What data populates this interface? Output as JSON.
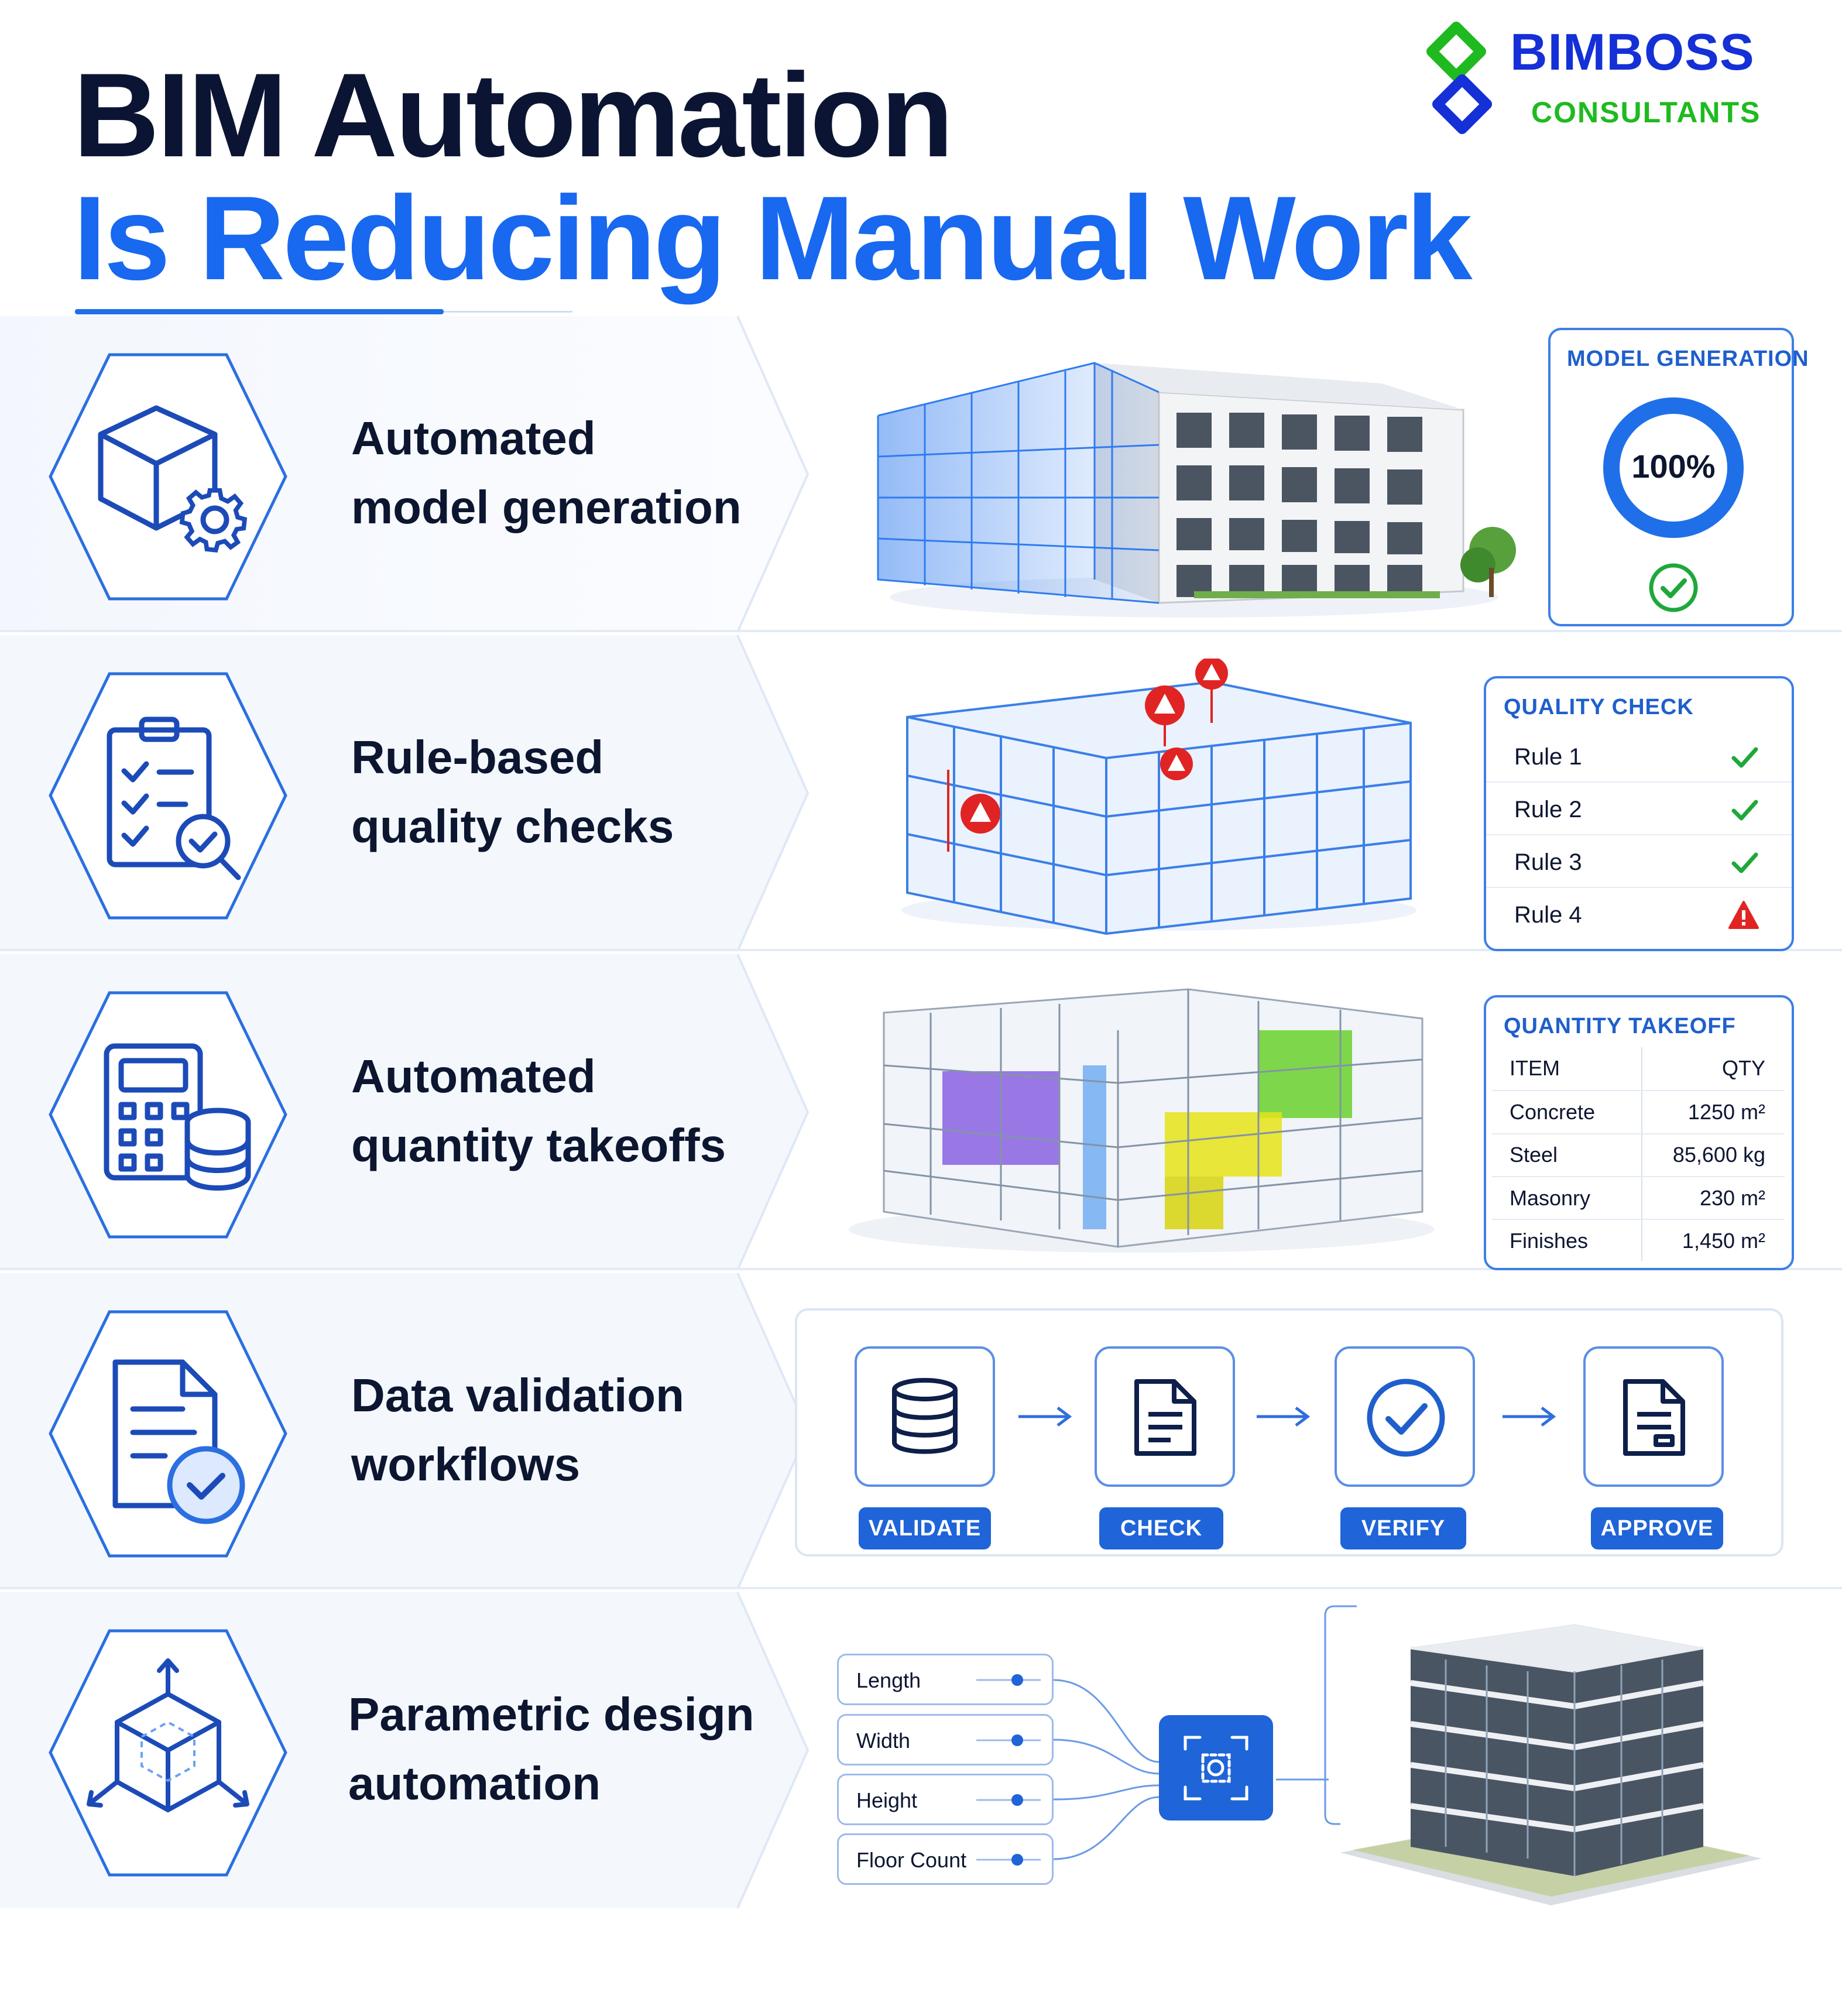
{
  "header": {
    "title_line1": "BIM Automation",
    "title_line2": "Is Reducing Manual Work"
  },
  "logo": {
    "name": "BIMBOSS",
    "tagline": "CONSULTANTS",
    "colors": {
      "blue": "#1530d6",
      "green": "#1fba1f"
    }
  },
  "rows": [
    {
      "label_line1": "Automated",
      "label_line2": "model generation",
      "icon": "box-gear-icon"
    },
    {
      "label_line1": "Rule-based",
      "label_line2": "quality checks",
      "icon": "clipboard-search-icon"
    },
    {
      "label_line1": "Automated",
      "label_line2": "quantity takeoffs",
      "icon": "calculator-database-icon"
    },
    {
      "label_line1": "Data validation",
      "label_line2": "workflows",
      "icon": "document-check-icon"
    },
    {
      "label_line1": "Parametric design",
      "label_line2": "automation",
      "icon": "cube-axes-icon"
    }
  ],
  "model_generation": {
    "title": "MODEL GENERATION",
    "percent_label": "100%",
    "progress": 1.0
  },
  "quality_check": {
    "title": "QUALITY CHECK",
    "rules": [
      {
        "name": "Rule 1",
        "status": "pass"
      },
      {
        "name": "Rule 2",
        "status": "pass"
      },
      {
        "name": "Rule 3",
        "status": "pass"
      },
      {
        "name": "Rule 4",
        "status": "warning"
      }
    ]
  },
  "quantity_takeoff": {
    "title": "QUANTITY TAKEOFF",
    "headers": [
      "ITEM",
      "QTY"
    ],
    "rows": [
      {
        "item": "Concrete",
        "qty": "1250 m²"
      },
      {
        "item": "Steel",
        "qty": "85,600 kg"
      },
      {
        "item": "Masonry",
        "qty": "230 m²"
      },
      {
        "item": "Finishes",
        "qty": "1,450 m²"
      }
    ]
  },
  "workflow": {
    "steps": [
      {
        "label": "VALIDATE",
        "icon": "database-icon"
      },
      {
        "label": "CHECK",
        "icon": "document-icon"
      },
      {
        "label": "VERIFY",
        "icon": "check-circle-icon"
      },
      {
        "label": "APPROVE",
        "icon": "document-approve-icon"
      }
    ]
  },
  "parametric": {
    "params": [
      "Length",
      "Width",
      "Height",
      "Floor Count"
    ]
  },
  "colors": {
    "accent": "#1f64d8",
    "title_blue": "#1868f0",
    "dark": "#0b1533",
    "pass": "#1fa83a",
    "warning": "#e02424"
  }
}
